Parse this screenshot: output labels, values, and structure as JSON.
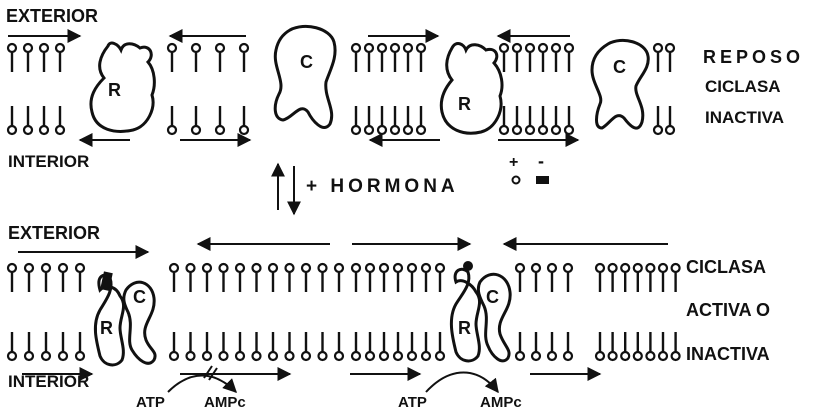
{
  "top": {
    "exterior": "EXTERIOR",
    "interior": "INTERIOR",
    "receptor_a": "R",
    "cyclase_a": "C",
    "receptor_b": "R",
    "cyclase_b": "C",
    "state": [
      "REPOSO",
      "CICLASA",
      "INACTIVA"
    ]
  },
  "middle": {
    "hormona": "+ HORMONA",
    "plus": "+",
    "minus": "-"
  },
  "bottom": {
    "exterior": "EXTERIOR",
    "interior": "INTERIOR",
    "receptor_a": "R",
    "cyclase_a": "C",
    "receptor_b": "R",
    "cyclase_b": "C",
    "state": [
      "CICLASA",
      "ACTIVA O",
      "INACTIVA"
    ],
    "reaction_1": {
      "substrate": "ATP",
      "product": "AMPc"
    },
    "reaction_2": {
      "substrate": "ATP",
      "product": "AMPc"
    }
  }
}
